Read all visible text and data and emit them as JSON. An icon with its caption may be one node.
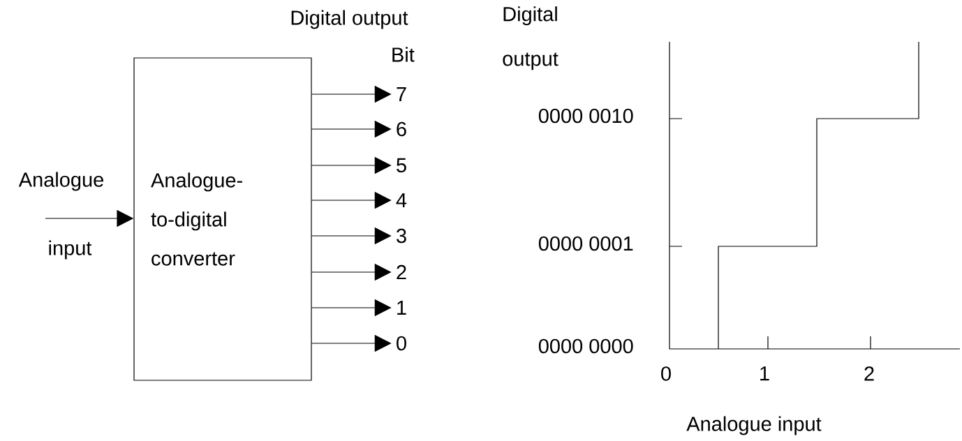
{
  "diagram": {
    "nodes": [
      {
        "text": [
          "Analogue- to-digital converter"
        ]
      },
      {
        "text": [
          "7"
        ]
      },
      {
        "text": [
          "6"
        ]
      },
      {
        "text": [
          "5"
        ]
      },
      {
        "text": [
          "4"
        ]
      },
      {
        "text": [
          "3"
        ]
      },
      {
        "text": [
          "2"
        ]
      },
      {
        "text": [
          "1"
        ]
      },
      {
        "text": [
          "0"
        ]
      }
    ],
    "edges": [
      {
        "from": null,
        "to": 0,
        "arrow": "to"
      },
      {
        "from": 0,
        "to": 1,
        "arrow": "to"
      },
      {
        "from": 0,
        "to": 2,
        "arrow": "to"
      },
      {
        "from": 0,
        "to": 3,
        "arrow": "to"
      },
      {
        "from": 0,
        "to": 4,
        "arrow": "to"
      },
      {
        "from": 0,
        "to": 5,
        "arrow": "to"
      },
      {
        "from": 0,
        "to": 6,
        "arrow": "to"
      },
      {
        "from": 0,
        "to": 7,
        "arrow": "to"
      },
      {
        "from": 0,
        "to": 8,
        "arrow": "to"
      }
    ],
    "labels": [
      "Digital output",
      "Bit",
      "Analogue",
      "input",
      "Digital output",
      "0000 0010",
      "0000 0001",
      "0000 0000",
      "0",
      "1",
      "2",
      "Analogue input"
    ]
  }
}
